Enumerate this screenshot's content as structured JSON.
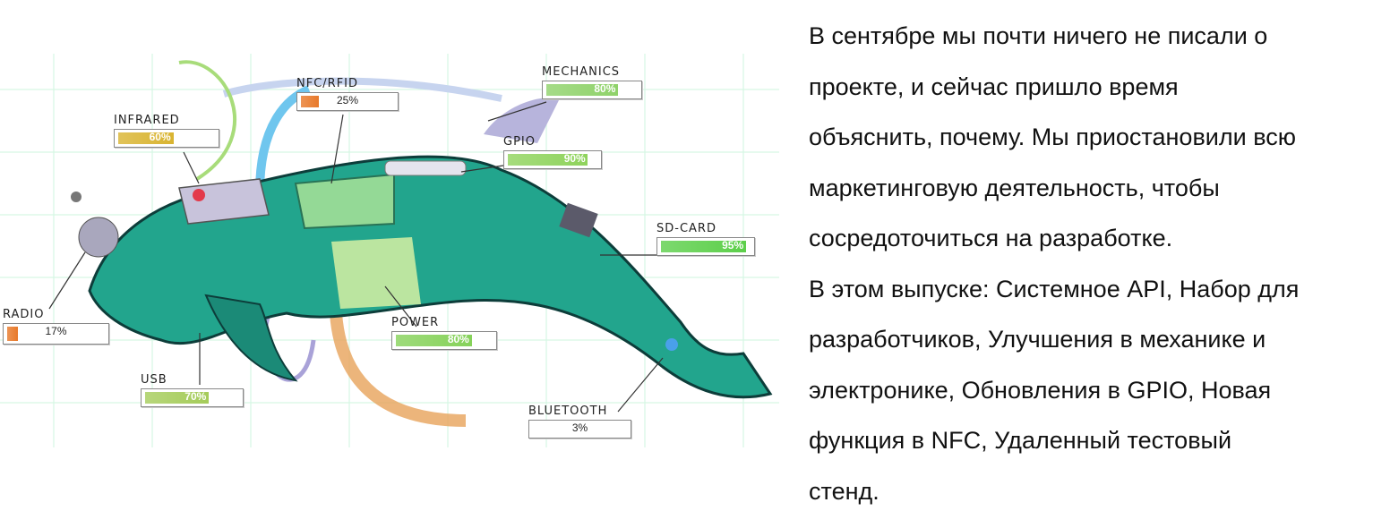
{
  "illustration": {
    "labels": [
      {
        "id": "infrared",
        "title": "Infrared",
        "percent": 60,
        "pct_text": "60%",
        "color": "#d9b431"
      },
      {
        "id": "nfc",
        "title": "NFC/RFID",
        "percent": 25,
        "pct_text": "25%",
        "color": "#e8792a"
      },
      {
        "id": "mechanics",
        "title": "Mechanics",
        "percent": 80,
        "pct_text": "80%",
        "color": "#8fd26a"
      },
      {
        "id": "gpio",
        "title": "GPIO",
        "percent": 90,
        "pct_text": "90%",
        "color": "#8fd35c"
      },
      {
        "id": "sdcard",
        "title": "SD-Card",
        "percent": 95,
        "pct_text": "95%",
        "color": "#5ccf4a"
      },
      {
        "id": "radio",
        "title": "Radio",
        "percent": 17,
        "pct_text": "17%",
        "color": "#e8792a"
      },
      {
        "id": "power",
        "title": "Power",
        "percent": 80,
        "pct_text": "80%",
        "color": "#86d25a"
      },
      {
        "id": "usb",
        "title": "USB",
        "percent": 70,
        "pct_text": "70%",
        "color": "#a5cc5a"
      },
      {
        "id": "bluetooth",
        "title": "Bluetooth",
        "percent": 3,
        "pct_text": "3%",
        "color": "#f07a7a"
      }
    ]
  },
  "article": {
    "lines": [
      "В сентябре мы почти ничего не писали о",
      "проекте, и сейчас пришло время",
      "объяснить, почему. Мы приостановили всю",
      "маркетинговую деятельность, чтобы",
      "сосредоточиться на разработке.",
      "В этом выпуске: Системное API, Набор для",
      "разработчиков, Улучшения в механике и",
      "электронике, Обновления в GPIO, Новая",
      "функция в NFC, Удаленный тестовый",
      "стенд."
    ]
  }
}
